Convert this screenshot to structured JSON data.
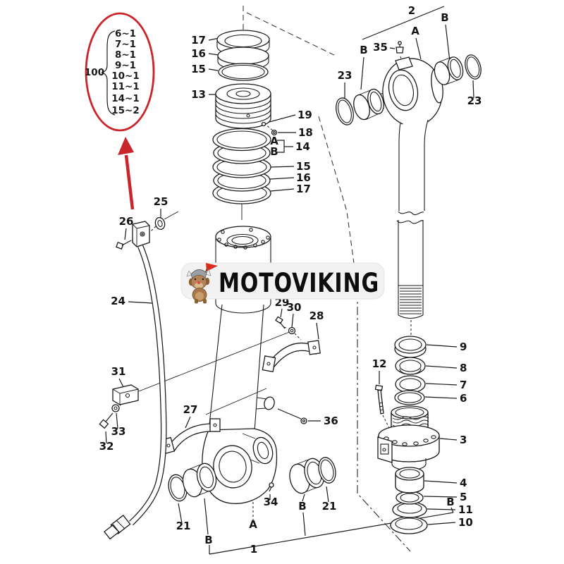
{
  "watermark": {
    "brand": "MOTOVIKING"
  },
  "callout": {
    "group_label": "100",
    "items": [
      "6~1",
      "7~1",
      "8~1",
      "9~1",
      "10~1",
      "11~1",
      "14~1",
      "15~2"
    ]
  },
  "colors": {
    "annotation_red": "#c9252b",
    "ink": "#141414",
    "logo_bg": "#f2f2f2"
  },
  "parts": {
    "p17_top": "17",
    "p16_top": "16",
    "p15_top": "15",
    "p13": "13",
    "p19": "19",
    "p18": "18",
    "pA": "A",
    "pB": "B",
    "p14": "14",
    "p15_mid": "15",
    "p16_mid": "16",
    "p17_mid": "17",
    "r2": "2",
    "rA": "A",
    "rB_left": "B",
    "rB_right": "B",
    "r35": "35",
    "r23_left": "23",
    "r23_right": "23",
    "s9": "9",
    "s8": "8",
    "s7": "7",
    "s6": "6",
    "s12": "12",
    "s3": "3",
    "s4": "4",
    "s5": "5",
    "s11": "11",
    "s10": "10",
    "l25": "25",
    "l26": "26",
    "l24": "24",
    "l31": "31",
    "l33": "33",
    "l32": "32",
    "l27": "27",
    "l29": "29",
    "l30": "30",
    "l28": "28",
    "l36": "36",
    "l34": "34",
    "b21_left": "21",
    "bB_left": "B",
    "bA": "A",
    "b1": "1",
    "bB_mid": "B",
    "b21_right": "21",
    "bB_right": "B"
  }
}
